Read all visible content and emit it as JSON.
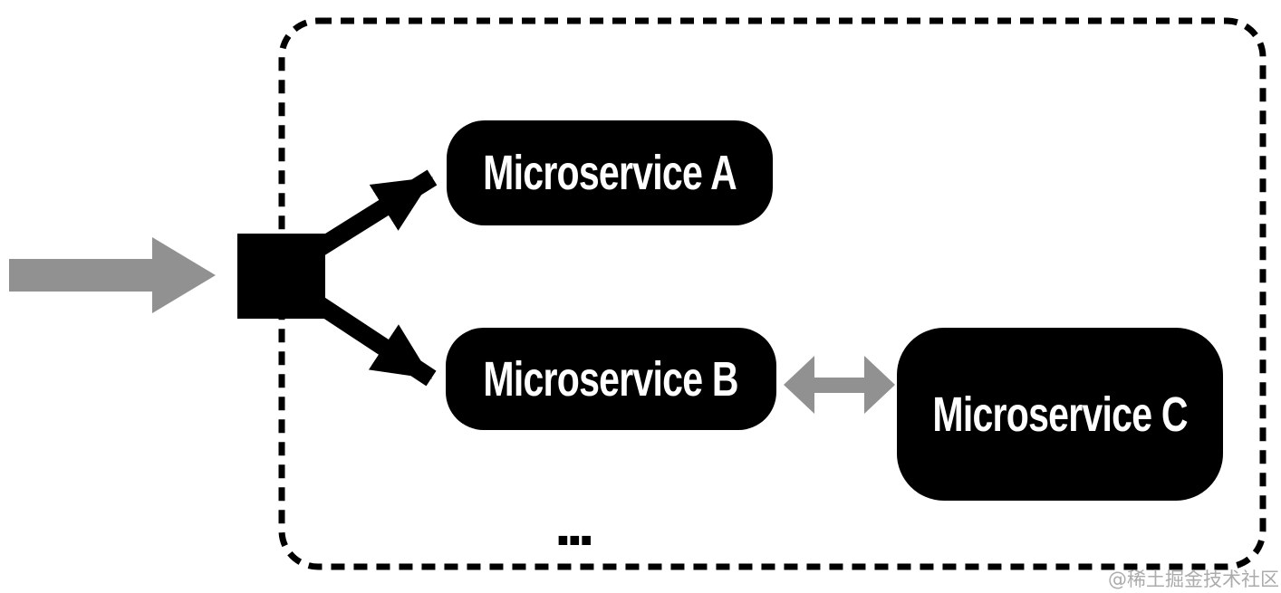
{
  "diagram": {
    "description": "Microservices architecture diagram: an external request arrow enters a dashed system boundary through a gateway node that fans out to services",
    "boundary": {
      "style": "dashed",
      "shape": "rounded-rectangle",
      "color": "#000000"
    },
    "gateway": {
      "shape": "black-square",
      "color": "#000000"
    },
    "nodes": [
      {
        "id": "A",
        "label": "Microservice A"
      },
      {
        "id": "B",
        "label": "Microservice B"
      },
      {
        "id": "C",
        "label": "Microservice C"
      }
    ],
    "connections": [
      {
        "from": "external",
        "to": "gateway",
        "type": "single-arrow",
        "color": "#919191"
      },
      {
        "from": "gateway",
        "to": "Microservice A",
        "type": "single-arrow",
        "color": "#000000"
      },
      {
        "from": "gateway",
        "to": "Microservice B",
        "type": "single-arrow",
        "color": "#000000"
      },
      {
        "from": "Microservice B",
        "to": "Microservice C",
        "type": "bidirectional-arrow",
        "color": "#919191"
      }
    ],
    "ellipsis": "...",
    "watermark": "@稀土掘金技术社区",
    "colors": {
      "canvas_background": "#ffffff",
      "node_background": "#000000",
      "node_text": "#ffffff",
      "gray_arrow": "#919191",
      "black_arrow": "#000000",
      "boundary": "#000000",
      "watermark_text": "#ababab"
    }
  }
}
